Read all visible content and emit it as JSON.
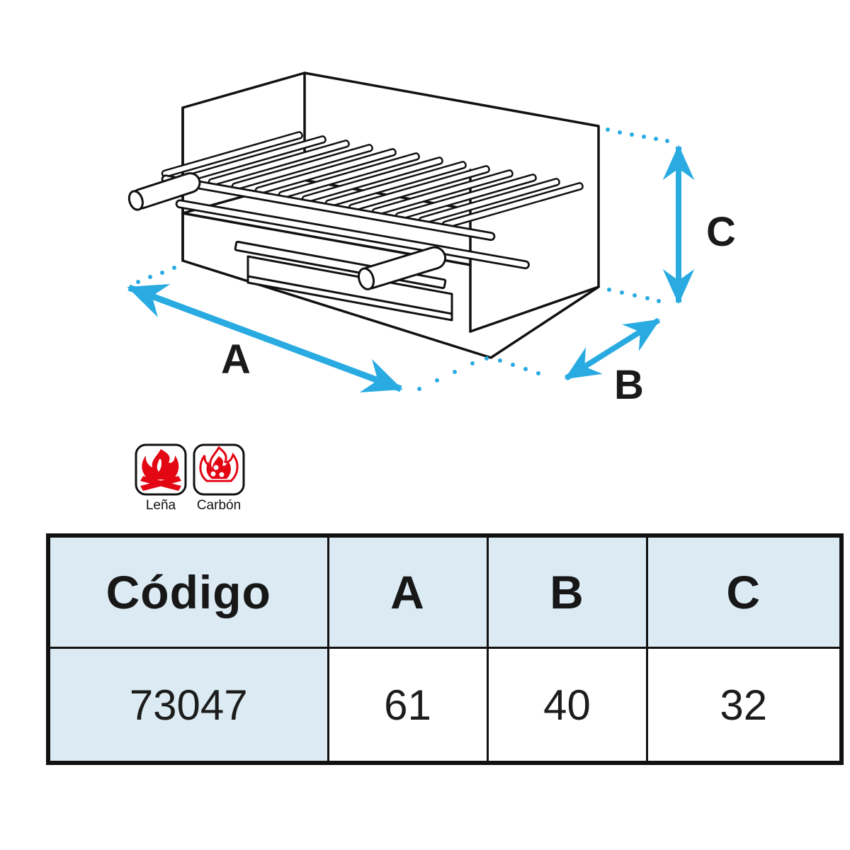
{
  "diagram": {
    "title": "barbecue-grill-isometric-drawing",
    "labels": {
      "width": "A",
      "depth": "B",
      "height": "C"
    },
    "arrow_color": "#29abe2",
    "line_color": "#111111"
  },
  "fuel": {
    "flame_color": "#e30613",
    "items": [
      {
        "icon": "wood-fire-icon",
        "label": "Leña"
      },
      {
        "icon": "charcoal-fire-icon",
        "label": "Carbón"
      }
    ]
  },
  "table": {
    "headers": [
      "Código",
      "A",
      "B",
      "C"
    ],
    "rows": [
      [
        "73047",
        "61",
        "40",
        "32"
      ]
    ],
    "header_bg": "#dcebf3",
    "accent_bg": "#dcebf3",
    "border_color": "#111111"
  }
}
